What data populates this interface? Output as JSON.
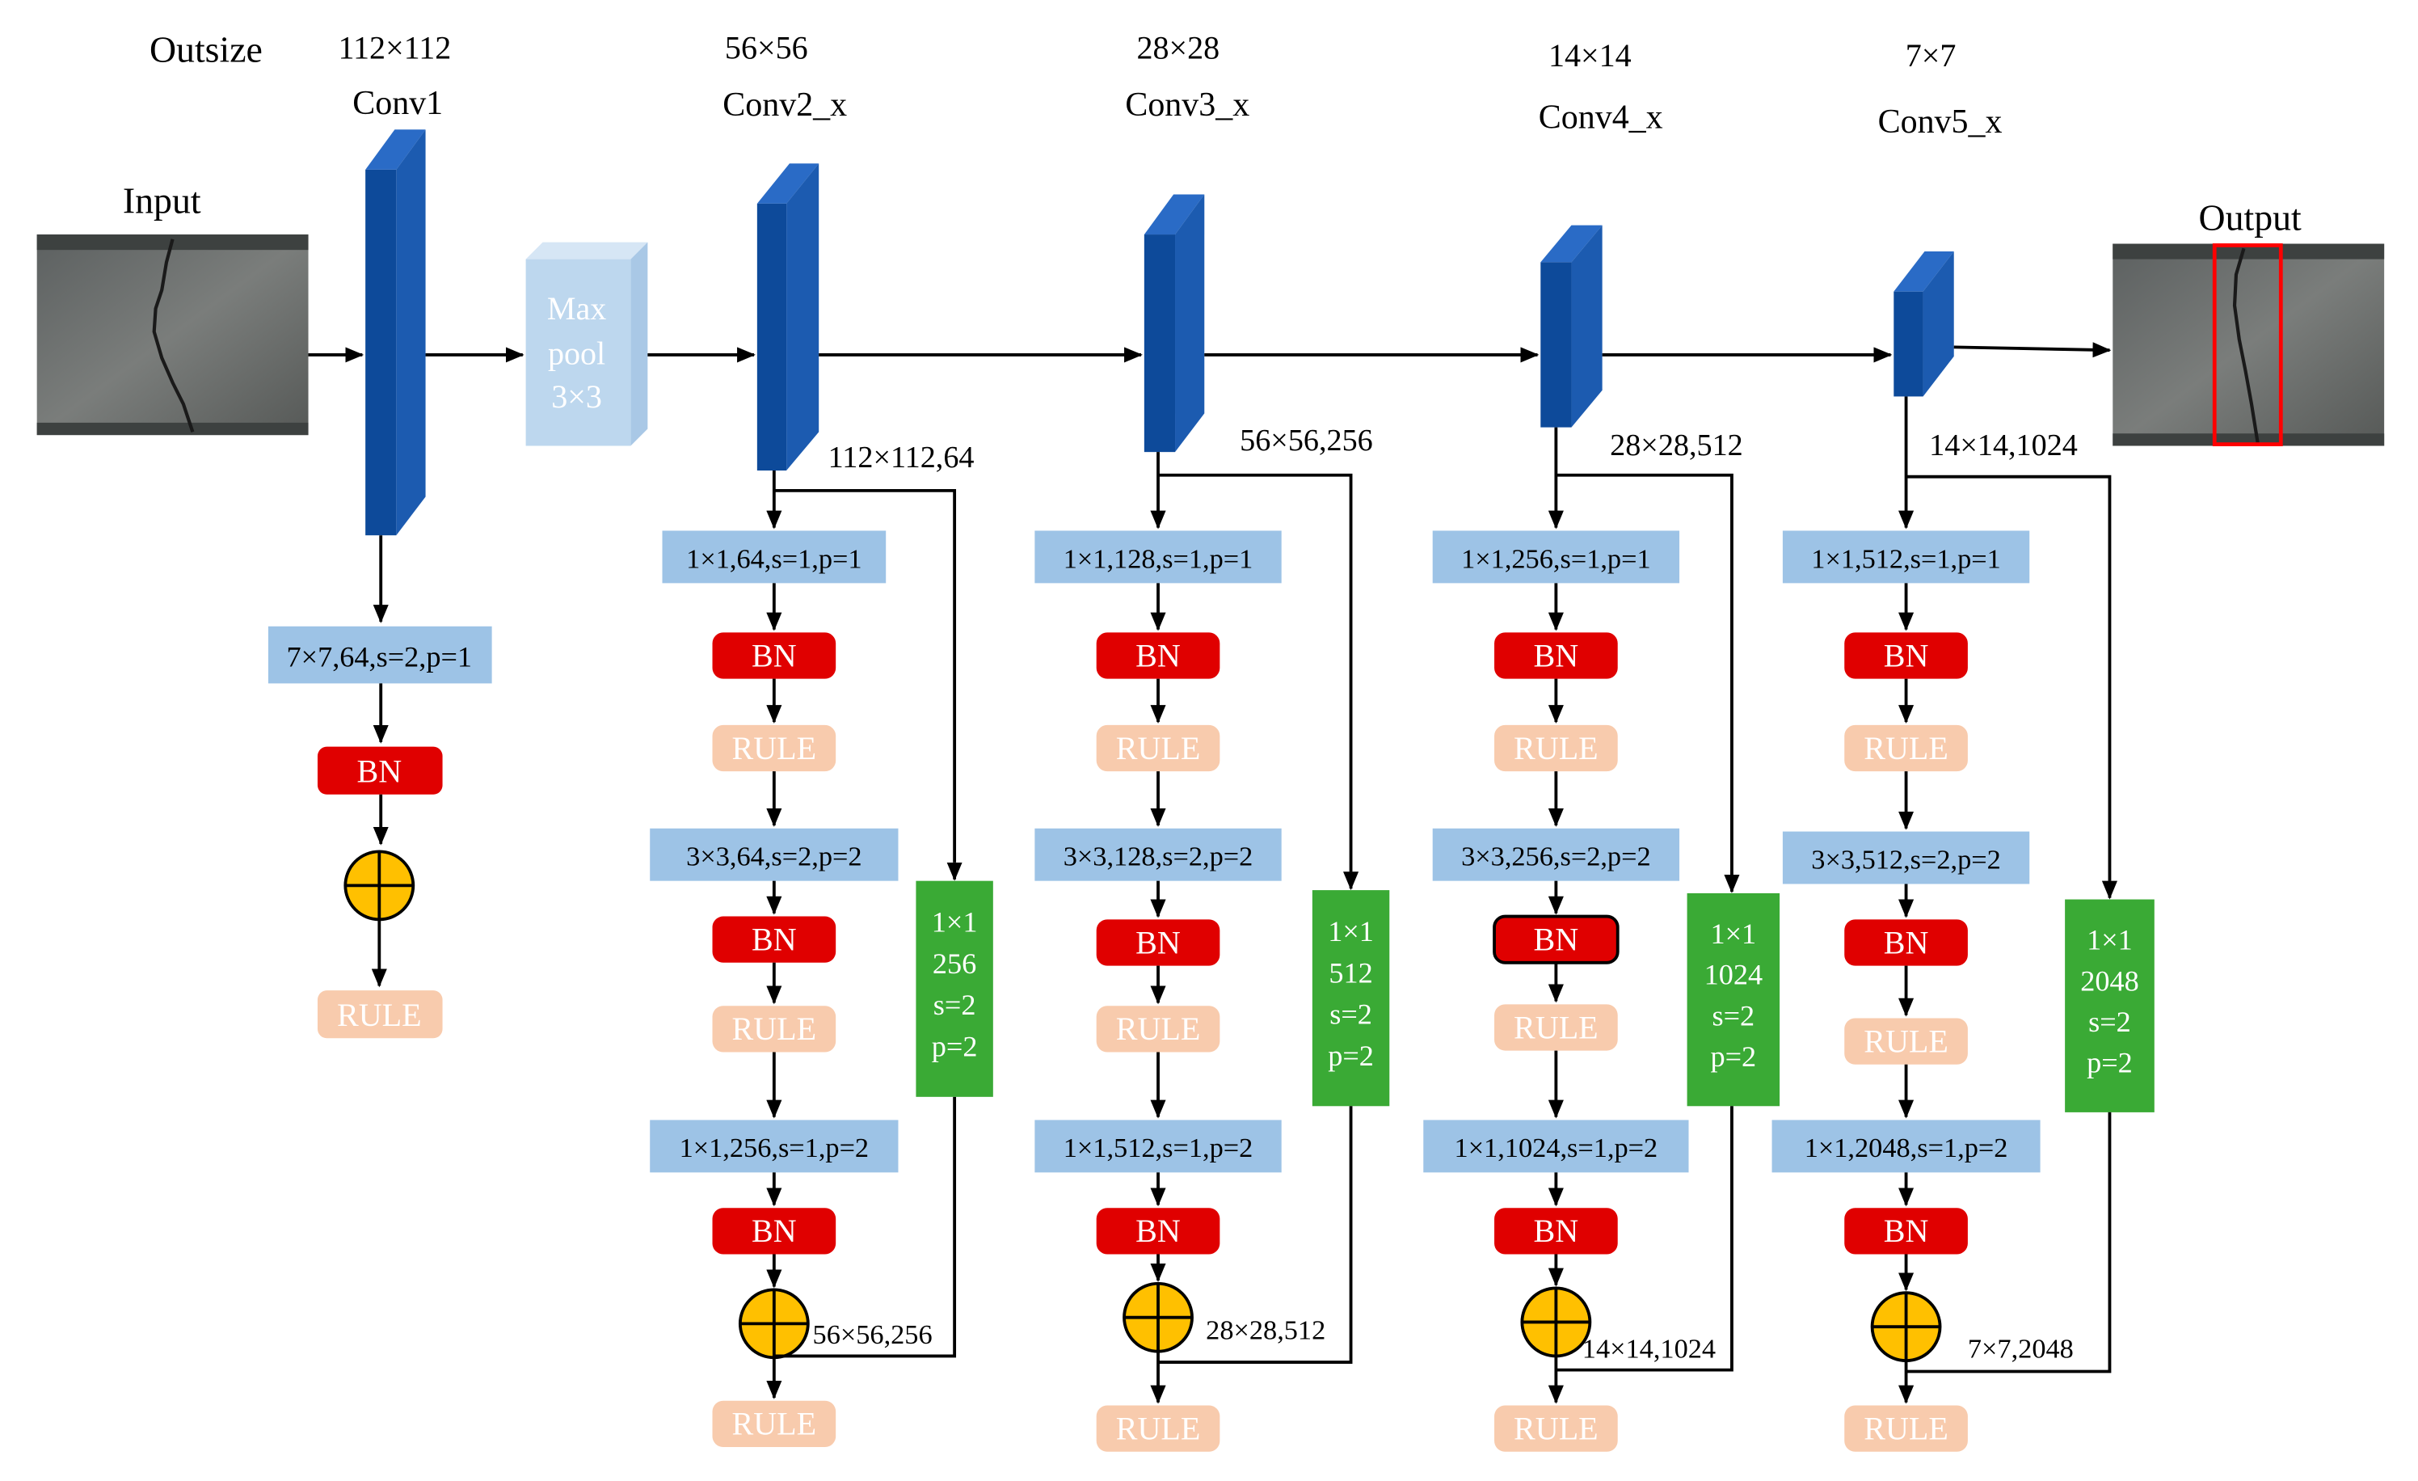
{
  "header": {
    "outsize_label": "Outsize",
    "input_label": "Input",
    "output_label": "Output"
  },
  "stages": [
    {
      "id": "conv1",
      "size": "112×112",
      "name": "Conv1",
      "ops": [
        "7×7,64,s=2,p=1",
        "BN",
        "RULE"
      ]
    },
    {
      "id": "maxpool",
      "lines": [
        "Max",
        "pool",
        "3×3"
      ]
    },
    {
      "id": "conv2",
      "size": "56×56",
      "name": "Conv2_x",
      "input_shape": "112×112,64",
      "output_shape": "56×56,256",
      "conv_a": "1×1,64,s=1,p=1",
      "conv_b": "3×3,64,s=2,p=2",
      "conv_c": "1×1,256,s=1,p=2",
      "bn": "BN",
      "rule": "RULE",
      "shortcut": [
        "1×1",
        "256",
        "s=2",
        "p=2"
      ]
    },
    {
      "id": "conv3",
      "size": "28×28",
      "name": "Conv3_x",
      "input_shape": "56×56,256",
      "output_shape": "28×28,512",
      "conv_a": "1×1,128,s=1,p=1",
      "conv_b": "3×3,128,s=2,p=2",
      "conv_c": "1×1,512,s=1,p=2",
      "bn": "BN",
      "rule": "RULE",
      "shortcut": [
        "1×1",
        "512",
        "s=2",
        "p=2"
      ]
    },
    {
      "id": "conv4",
      "size": "14×14",
      "name": "Conv4_x",
      "input_shape": "28×28,512",
      "output_shape": "14×14,1024",
      "conv_a": "1×1,256,s=1,p=1",
      "conv_b": "3×3,256,s=2,p=2",
      "conv_c": "1×1,1024,s=1,p=2",
      "bn": "BN",
      "rule": "RULE",
      "shortcut": [
        "1×1",
        "1024",
        "s=2",
        "p=2"
      ]
    },
    {
      "id": "conv5",
      "size": "7×7",
      "name": "Conv5_x",
      "input_shape": "14×14,1024",
      "output_shape": "7×7,2048",
      "conv_a": "1×1,512,s=1,p=1",
      "conv_b": "3×3,512,s=2,p=2",
      "conv_c": "1×1,2048,s=1,p=2",
      "bn": "BN",
      "rule": "RULE",
      "shortcut": [
        "1×1",
        "2048",
        "s=2",
        "p=2"
      ]
    }
  ],
  "colors": {
    "conv_block": "#0d4a9a",
    "conv_block_side": "#1c63c0",
    "maxpool": "#bdd7ee",
    "op_box": "#9dc3e6",
    "bn": "#e00000",
    "rule": "#f8cbad",
    "shortcut": "#3aaa35",
    "add": "#ffc000",
    "highlight": "#ff0000"
  },
  "icons": {
    "add": "circle-plus-icon",
    "arrow": "arrow-right-icon"
  }
}
